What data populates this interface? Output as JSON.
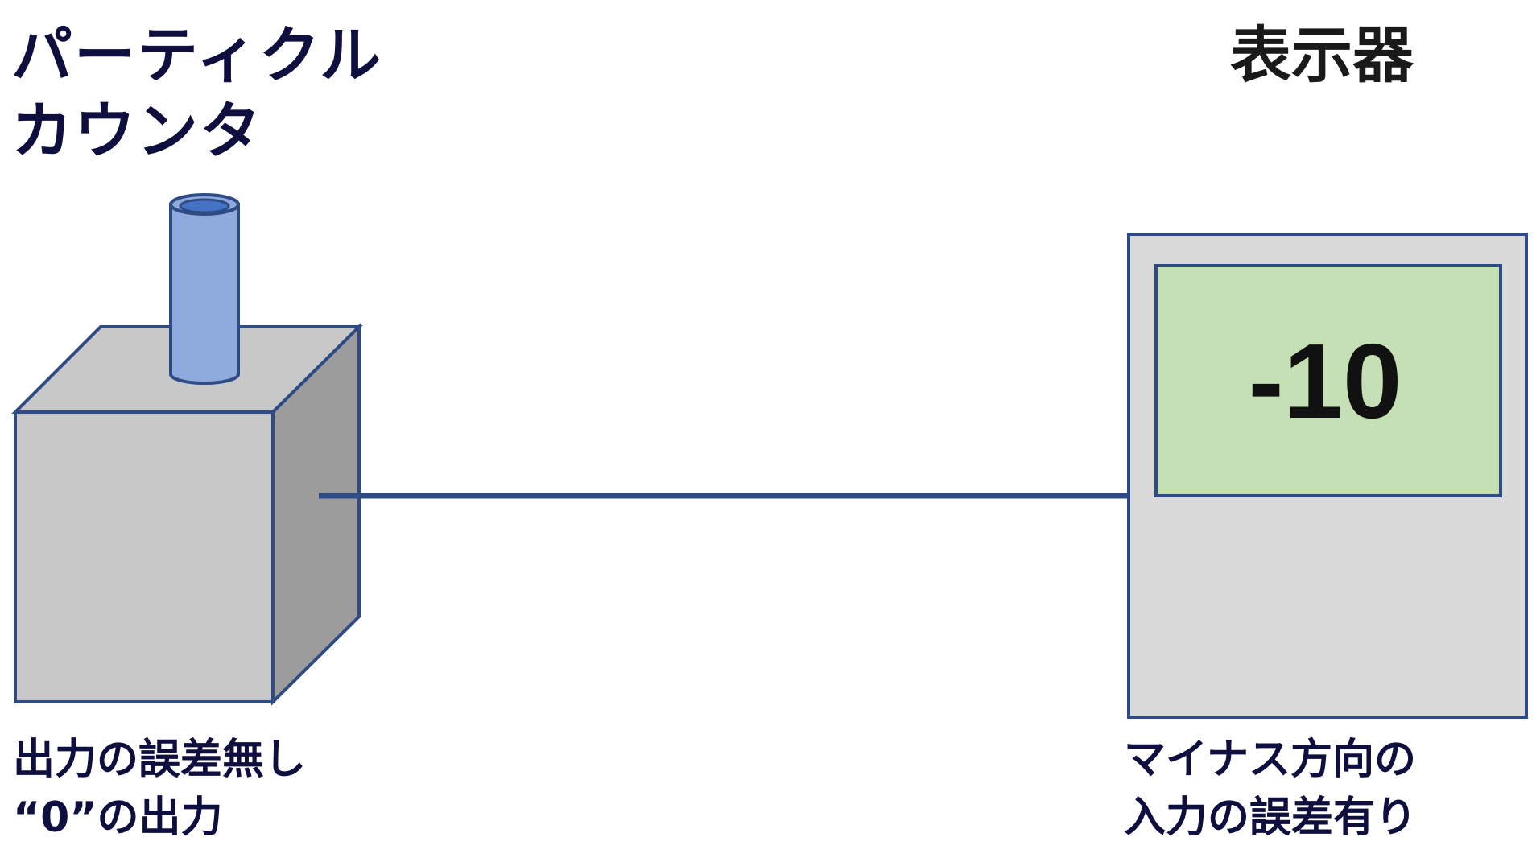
{
  "counter": {
    "title_line1": "パーティクル",
    "title_line2": "カウンタ",
    "caption_line1": "出力の誤差無し",
    "caption_line2": "“0”の出力"
  },
  "display": {
    "title": "表示器",
    "value": "-10",
    "caption_line1": "マイナス方向の",
    "caption_line2": "入力の誤差有り"
  },
  "colors": {
    "outline": "#2f4b86",
    "cube_front": "#c8c8c8",
    "cube_side": "#9c9c9c",
    "tube": "#8faadc",
    "tube_inner": "#4472c4",
    "display_body": "#d9d9d9",
    "screen": "#c5e0b4",
    "label_text": "#0e0e3f"
  }
}
